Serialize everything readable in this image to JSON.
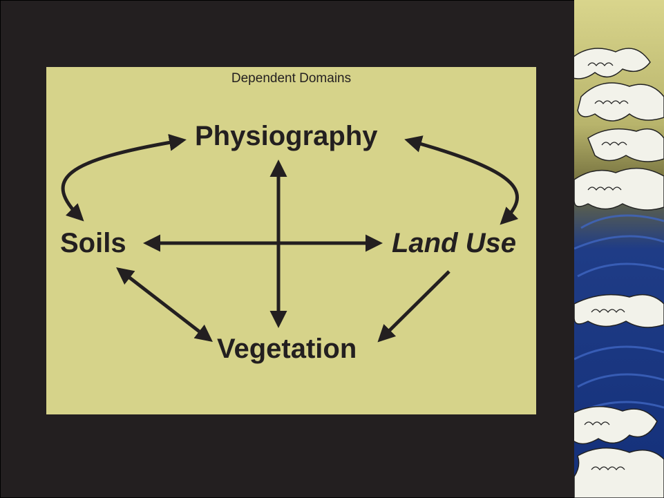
{
  "slide": {
    "title": "Dependent Domains"
  },
  "nodes": {
    "physiography": "Physiography",
    "soils": "Soils",
    "land_use": "Land Use",
    "vegetation": "Vegetation"
  },
  "colors": {
    "background": "#231f20",
    "panel": "#d6d38a",
    "arrow": "#231f20",
    "wave_blue": "#1d3f8f",
    "wave_foam": "#f2f2ea"
  },
  "decoration": {
    "side_art": "great-wave-icon"
  }
}
